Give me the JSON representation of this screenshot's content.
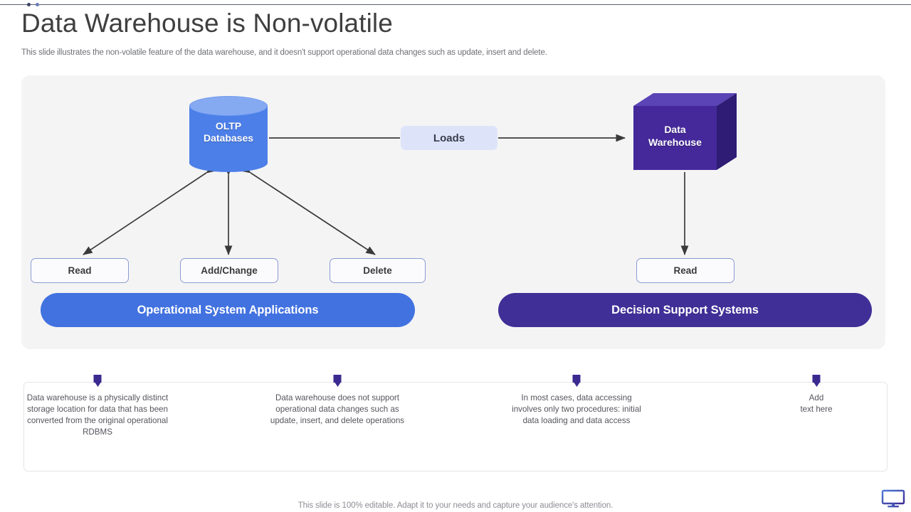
{
  "header": {
    "title": "Data Warehouse is Non-volatile",
    "subtitle": "This slide illustrates the non-volatile feature of the data warehouse, and it doesn't support operational data changes such as update, insert and delete."
  },
  "diagram": {
    "source_store": {
      "label_line1": "OLTP",
      "label_line2": "Databases",
      "shape": "cylinder",
      "color": "#4c7fe8",
      "top_color": "#86aaf2"
    },
    "transfer_chip": {
      "label": "Loads",
      "background": "#dde4fa"
    },
    "target_store": {
      "label_line1": "Data",
      "label_line2": "Warehouse",
      "shape": "cube-3d",
      "front_color": "#45299b",
      "top_color": "#5b44b5",
      "side_color": "#2f1c74"
    },
    "operations": [
      {
        "label": "Read"
      },
      {
        "label": "Add/Change"
      },
      {
        "label": "Delete"
      }
    ],
    "warehouse_operations": [
      {
        "label": "Read"
      }
    ],
    "system_bars": [
      {
        "label": "Operational System Applications",
        "color": "#4272e0"
      },
      {
        "label": "Decision Support Systems",
        "color": "#3f2f96"
      }
    ]
  },
  "notes": [
    {
      "text": "Data warehouse is a physically distinct storage location for data that has been converted from the original operational RDBMS"
    },
    {
      "text": "Data warehouse does not support operational data changes such as update, insert, and delete operations"
    },
    {
      "text": "In most cases, data accessing involves only two procedures: initial data loading and data access"
    },
    {
      "text": "Add\ntext here"
    }
  ],
  "footer": {
    "note": "This slide is 100% editable. Adapt it to your needs and capture your audience's attention.",
    "icon": "monitor-icon"
  },
  "decoration": {
    "rule_color": "#5b6075",
    "dot1_color": "#3d4460",
    "dot2_color": "#6b7bb8"
  }
}
